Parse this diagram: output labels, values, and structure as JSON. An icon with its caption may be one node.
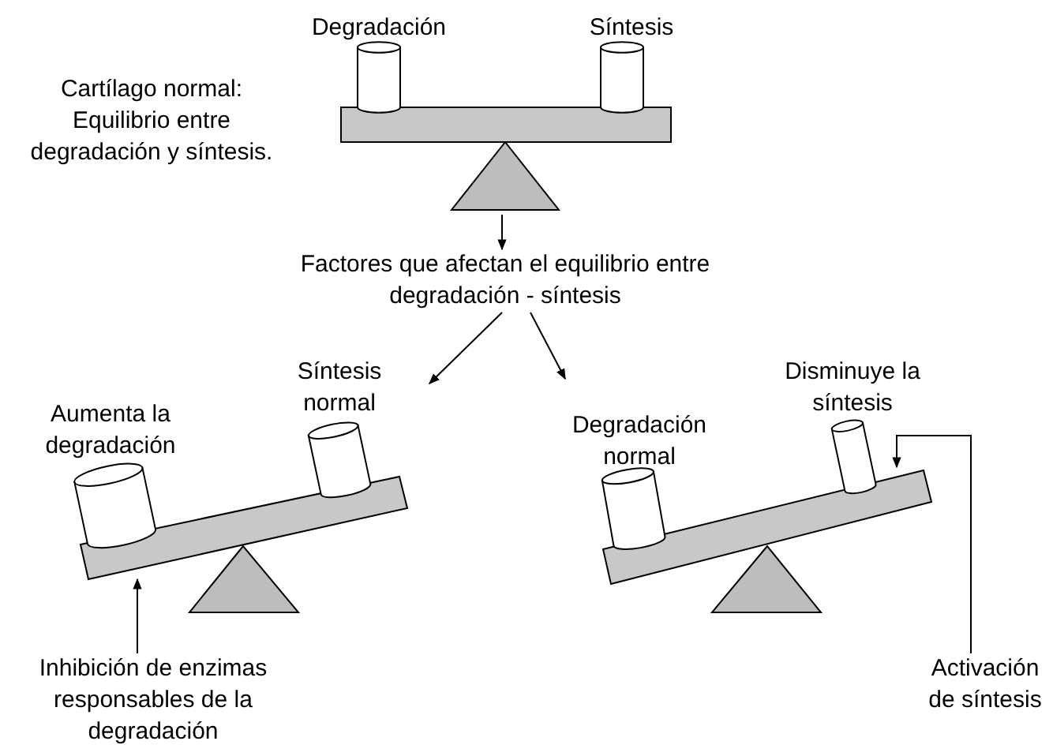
{
  "diagram": {
    "nodes": [
      {
        "text": [],
        "shape": "picture",
        "beside": [
          "Degradación",
          "Síntesis"
        ]
      },
      {
        "text": [
          "Factores que afectan el equilibrio entre degradación - síntesis"
        ]
      },
      {
        "text": [],
        "shape": "picture",
        "beside": [
          "Síntesis normal",
          "Aumenta la degradación"
        ]
      },
      {
        "text": [],
        "shape": "picture",
        "beside": [
          "Disminuye la síntesis",
          "Degradación normal"
        ]
      },
      {
        "text": [
          "Inhibición de enzimas responsables de la degradación"
        ]
      },
      {
        "text": [
          "Activación de síntesis"
        ]
      }
    ],
    "edges": [
      {
        "from": 0,
        "to": 1,
        "arrow": "to"
      },
      {
        "from": 1,
        "to": 2,
        "arrow": "to"
      },
      {
        "from": 1,
        "to": 3,
        "arrow": "to"
      },
      {
        "from": 4,
        "to": 2,
        "arrow": "to"
      },
      {
        "from": 5,
        "to": 3,
        "arrow": "to"
      }
    ],
    "labels": [
      "Cartílago normal: Equilibrio entre degradación y síntesis."
    ]
  }
}
